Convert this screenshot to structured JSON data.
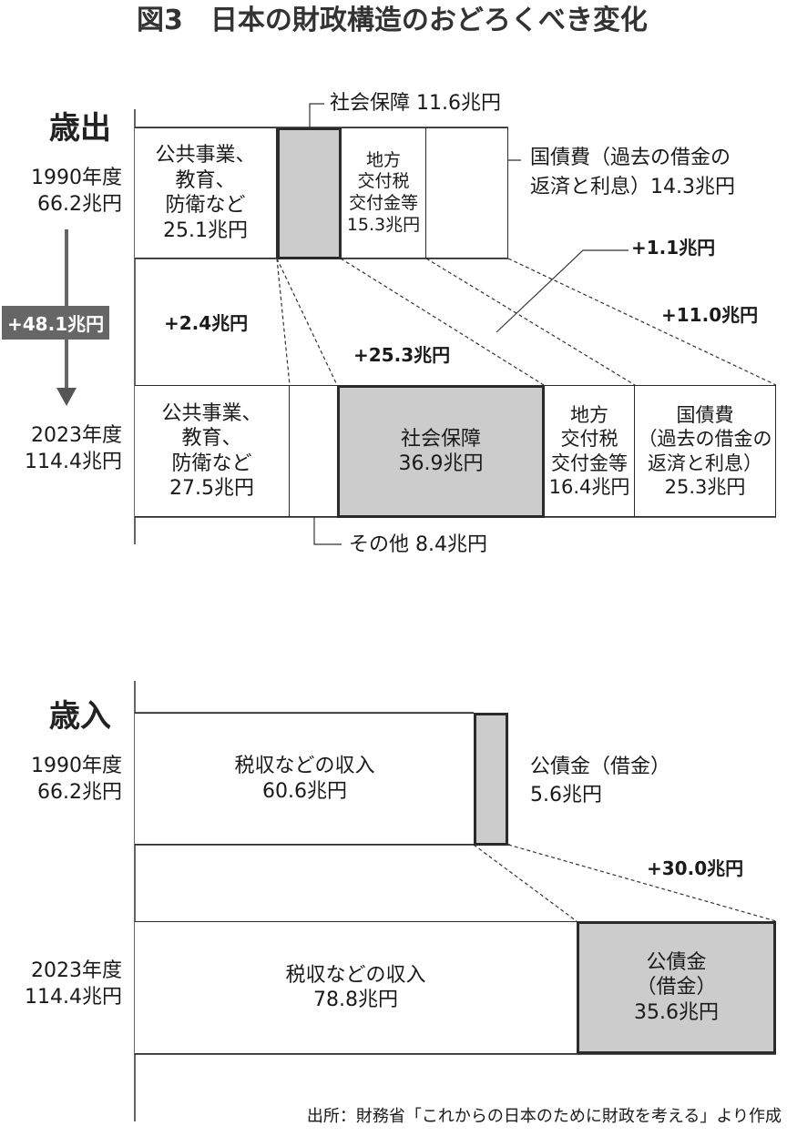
{
  "title": "図3　日本の財政構造のおどろくべき変化",
  "expenditure": {
    "heading": "歳出",
    "year1990": {
      "label": "1990年度",
      "total": "66.2兆円"
    },
    "year2023": {
      "label": "2023年度",
      "total": "114.4兆円"
    },
    "total_increase": "+48.1兆円",
    "items1990": {
      "public_works": [
        "公共事業、",
        "教育、",
        "防衛など",
        "25.1兆円"
      ],
      "social_security_callout": "社会保障 11.6兆円",
      "local_tax": [
        "地方",
        "交付税",
        "交付金等",
        "15.3兆円"
      ],
      "debt_callout": [
        "国債費（過去の借金の",
        "返済と利息）14.3兆円"
      ]
    },
    "items2023": {
      "public_works": [
        "公共事業、",
        "教育、",
        "防衛など",
        "27.5兆円"
      ],
      "social_security": [
        "社会保障",
        "36.9兆円"
      ],
      "local_tax": [
        "地方",
        "交付税",
        "交付金等",
        "16.4兆円"
      ],
      "debt": [
        "国債費",
        "（過去の借金の",
        "返済と利息）",
        "25.3兆円"
      ],
      "other_callout": "その他 8.4兆円"
    },
    "changes": {
      "public_works": "+2.4兆円",
      "social_security": "+25.3兆円",
      "local_tax": "+1.1兆円",
      "debt": "+11.0兆円"
    }
  },
  "revenue": {
    "heading": "歳入",
    "year1990": {
      "label": "1990年度",
      "total": "66.2兆円"
    },
    "year2023": {
      "label": "2023年度",
      "total": "114.4兆円"
    },
    "items1990": {
      "tax": [
        "税収などの収入",
        "60.6兆円"
      ],
      "bonds_callout": [
        "公債金（借金）",
        "5.6兆円"
      ]
    },
    "items2023": {
      "tax": [
        "税収などの収入",
        "78.8兆円"
      ],
      "bonds": [
        "公債金",
        "（借金）",
        "35.6兆円"
      ]
    },
    "changes": {
      "bonds": "+30.0兆円"
    }
  },
  "source": "出所：財務省「これからの日本のために財政を考える」より作成"
}
